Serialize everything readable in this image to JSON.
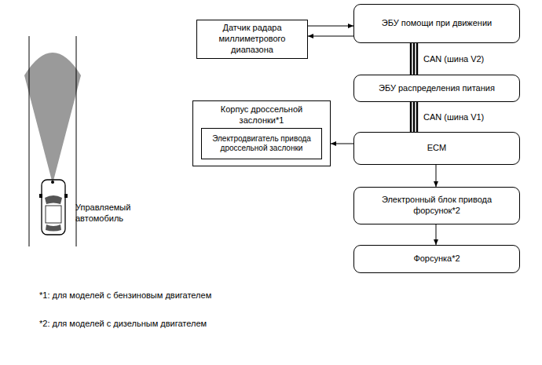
{
  "diagram": {
    "nodes": [
      {
        "text": [
          "Датчик радара миллиметрового диапазона"
        ]
      },
      {
        "text": [
          "ЭБУ помощи при движении"
        ]
      },
      {
        "text": [
          "ЭБУ распределения питания"
        ]
      },
      {
        "text": [
          "Корпус дроссельной заслонки*1"
        ]
      },
      {
        "text": [
          "Электродвигатель привода дроссельной заслонки"
        ],
        "in": 3
      },
      {
        "text": [
          "ECM"
        ]
      },
      {
        "text": [
          "Электронный блок привода форсунок*2"
        ]
      },
      {
        "text": [
          "Форсунка*2"
        ]
      }
    ],
    "edges": [
      {
        "from": 0,
        "to": 1,
        "arrow": "to"
      },
      {
        "from": 1,
        "to": 0,
        "arrow": "to"
      },
      {
        "from": 1,
        "to": 2,
        "label": "CAN (шина V2)",
        "arrow": "none"
      },
      {
        "from": 2,
        "to": 5,
        "label": "CAN (шина V1)",
        "arrow": "none"
      },
      {
        "from": 5,
        "to": 3,
        "arrow": "to"
      },
      {
        "from": 5,
        "to": 6,
        "arrow": "to"
      },
      {
        "from": 6,
        "to": 7,
        "arrow": "to"
      }
    ],
    "labels": [
      "Управляемый автомобиль",
      "*1: для моделей с бензиновым двигателем",
      "*2: для моделей с дизельным двигателем"
    ]
  }
}
